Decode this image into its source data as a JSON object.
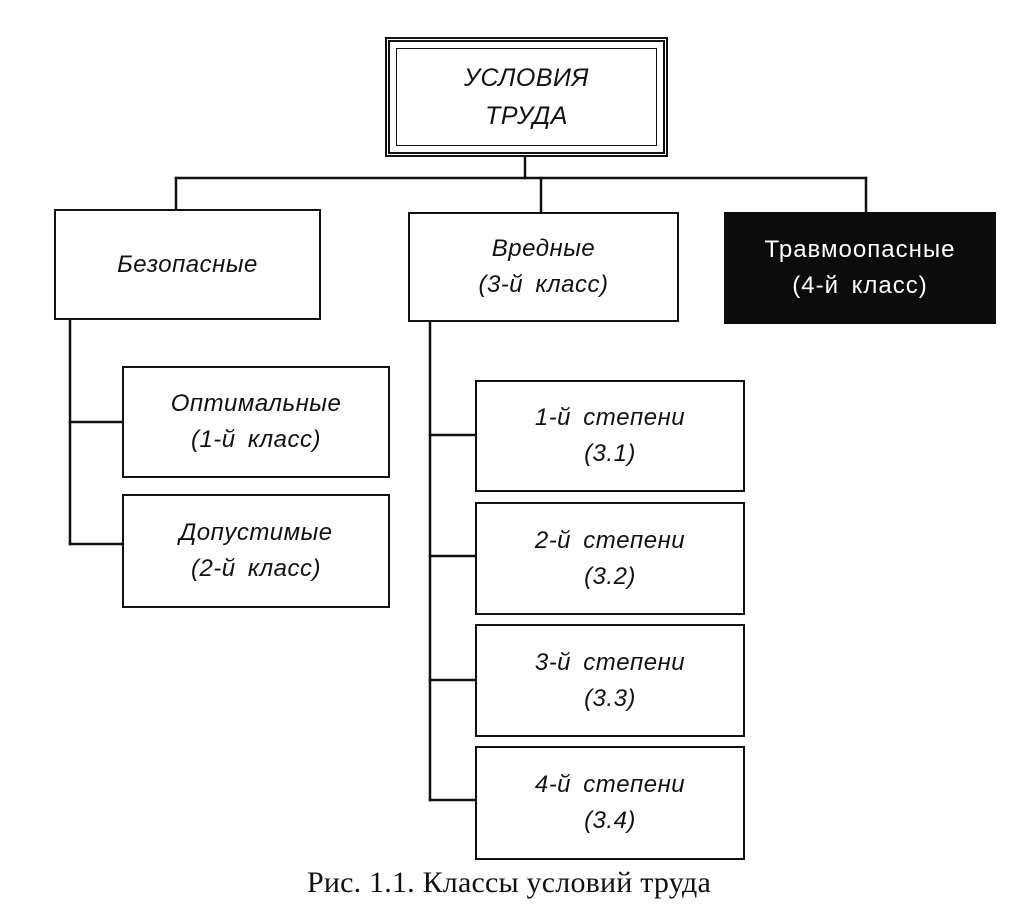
{
  "diagram": {
    "root": {
      "line1": "УСЛОВИЯ",
      "line2": "ТРУДА"
    },
    "safe": {
      "label": "Безопасные"
    },
    "optimal": {
      "line1": "Оптимальные",
      "line2": "(1-й класс)"
    },
    "acceptable": {
      "line1": "Допустимые",
      "line2": "(2-й класс)"
    },
    "harmful": {
      "line1": "Вредные",
      "line2": "(3-й класс)"
    },
    "degree1": {
      "line1": "1-й степени",
      "line2": "(3.1)"
    },
    "degree2": {
      "line1": "2-й степени",
      "line2": "(3.2)"
    },
    "degree3": {
      "line1": "3-й степени",
      "line2": "(3.3)"
    },
    "degree4": {
      "line1": "4-й степени",
      "line2": "(3.4)"
    },
    "dangerous": {
      "line1": "Травмоопасные",
      "line2": "(4-й класс)"
    }
  },
  "caption": "Рис. 1.1. Классы условий труда",
  "colors": {
    "line": "#111111",
    "box_fill": "#ffffff",
    "dark_box_fill": "#0c0c0c",
    "dark_box_text": "#ffffff"
  }
}
